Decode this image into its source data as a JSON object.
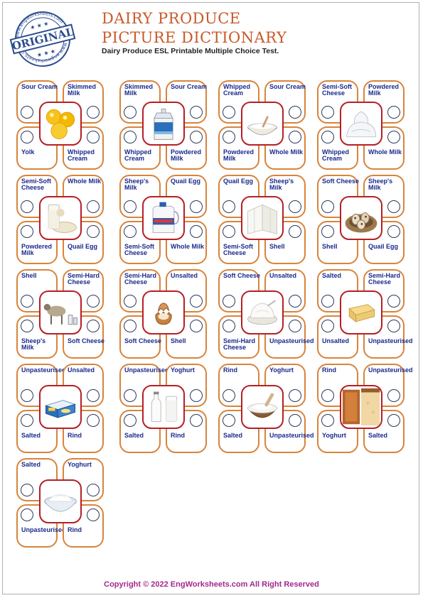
{
  "header": {
    "stamp_text": "ORIGINAL",
    "stamp_ring_text": "www.engworksheets.com",
    "title_line1": "DAIRY PRODUCE",
    "title_line2": "PICTURE DICTIONARY",
    "subtitle": "Dairy Produce ESL Printable Multiple Choice Test."
  },
  "questions": [
    {
      "picture": "egg-yolks",
      "options": [
        "Sour Cream",
        "Skimmed Milk",
        "Yolk",
        "Whipped Cream"
      ]
    },
    {
      "picture": "milk-carton",
      "options": [
        "Skimmed Milk",
        "Sour Cream",
        "Whipped Cream",
        "Powdered Milk"
      ]
    },
    {
      "picture": "sour-cream-bowl",
      "options": [
        "Whipped Cream",
        "Sour Cream",
        "Powdered Milk",
        "Whole Milk"
      ]
    },
    {
      "picture": "whipped-cream",
      "options": [
        "Semi-Soft Cheese",
        "Powdered Milk",
        "Whipped Cream",
        "Whole Milk"
      ]
    },
    {
      "picture": "powdered-milk-glass",
      "options": [
        "Semi-Soft Cheese",
        "Whole Milk",
        "Powdered Milk",
        "Quail Egg"
      ]
    },
    {
      "picture": "milk-jug",
      "options": [
        "Sheep's Milk",
        "Quail Egg",
        "Semi-Soft Cheese",
        "Whole Milk"
      ]
    },
    {
      "picture": "semi-soft-cheese",
      "options": [
        "Quail Egg",
        "Sheep's Milk",
        "Semi-Soft Cheese",
        "Shell"
      ]
    },
    {
      "picture": "quail-eggs-nest",
      "options": [
        "Soft Cheese",
        "Sheep's Milk",
        "Shell",
        "Quail Egg"
      ]
    },
    {
      "picture": "sheep-milk",
      "options": [
        "Shell",
        "Semi-Hard Cheese",
        "Sheep's Milk",
        "Soft Cheese"
      ]
    },
    {
      "picture": "egg-shell",
      "options": [
        "Semi-Hard Cheese",
        "Unsalted",
        "Soft Cheese",
        "Shell"
      ]
    },
    {
      "picture": "soft-cheese",
      "options": [
        "Soft Cheese",
        "Unsalted",
        "Semi-Hard Cheese",
        "Unpasteurised"
      ]
    },
    {
      "picture": "semi-hard-cheese",
      "options": [
        "Salted",
        "Semi-Hard Cheese",
        "Unsalted",
        "Unpasteurised"
      ]
    },
    {
      "picture": "unsalted-butter",
      "options": [
        "Unpasteurised",
        "Unsalted",
        "Salted",
        "Rind"
      ]
    },
    {
      "picture": "milk-bottles",
      "options": [
        "Unpasteurised",
        "Yoghurt",
        "Salted",
        "Rind"
      ]
    },
    {
      "picture": "salt-bowl",
      "options": [
        "Rind",
        "Yoghurt",
        "Salted",
        "Unpasteurised"
      ]
    },
    {
      "picture": "cheese-rind",
      "options": [
        "Rind",
        "Unpasteurised",
        "Yoghurt",
        "Salted"
      ]
    },
    {
      "picture": "yoghurt-bowl",
      "options": [
        "Salted",
        "Yoghurt",
        "Unpasteurised",
        "Rind"
      ]
    }
  ],
  "footer": {
    "copyright": "Copyright © 2022 EngWorksheets.com All Right Reserved"
  }
}
